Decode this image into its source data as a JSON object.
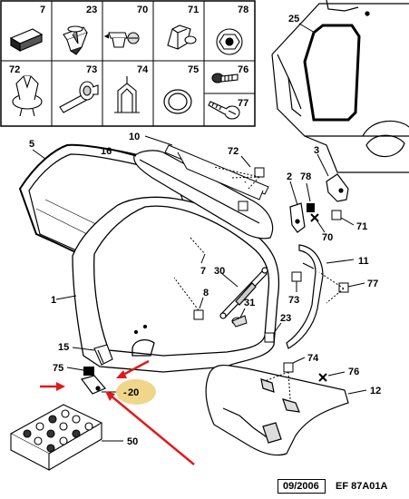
{
  "legend": {
    "cells": [
      {
        "ref": "7",
        "icon": "rectangular-pad-icon"
      },
      {
        "ref": "23",
        "icon": "rivet-nut-icon"
      },
      {
        "ref": "70",
        "icon": "screw-icon"
      },
      {
        "ref": "71",
        "icon": "push-clip-icon"
      },
      {
        "ref": "78",
        "icon": "hex-nut-icon"
      },
      {
        "ref": "72",
        "icon": "expanding-clip-icon"
      },
      {
        "ref": "73",
        "icon": "pin-fastener-icon"
      },
      {
        "ref": "74",
        "icon": "spring-clip-icon"
      },
      {
        "ref": "75",
        "icon": "washer-icon"
      },
      {
        "ref": "76",
        "icon": "small-screw-icon"
      },
      {
        "ref": "77",
        "icon": "long-screw-icon"
      }
    ]
  },
  "callouts": {
    "c25": "25",
    "c5": "5",
    "c16": "16",
    "c10": "10",
    "c72": "72",
    "c3": "3",
    "c2": "2",
    "c78": "78",
    "c71": "71",
    "c70": "70",
    "c11": "11",
    "c77": "77",
    "c73": "73",
    "c7": "7",
    "c30": "30",
    "c8": "8",
    "c31": "31",
    "c23": "23",
    "c1": "1",
    "c15": "15",
    "c75": "75",
    "c20": "20",
    "c74": "74",
    "c76": "76",
    "c12": "12",
    "c50": "50"
  },
  "footer": {
    "date": "09/2006",
    "code": "EF 87A01A"
  },
  "colors": {
    "highlight_bubble": "#f0d68a",
    "arrow": "#e01a1a"
  }
}
